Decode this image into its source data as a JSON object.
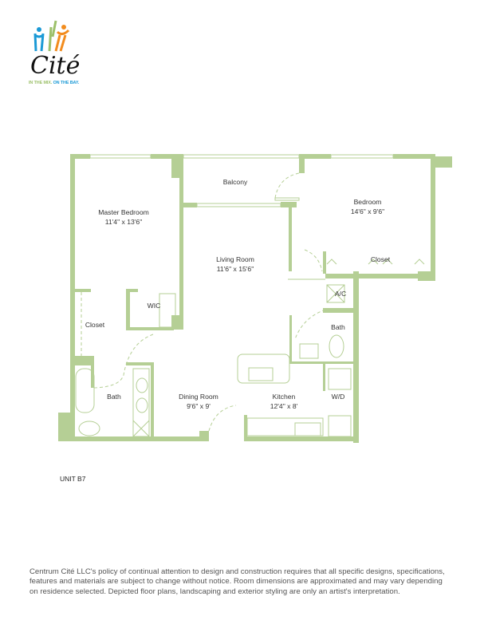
{
  "brand": {
    "logo_text": "Cité",
    "tagline_part1": "IN THE MIX.",
    "tagline_part2": "ON THE BAY.",
    "colors": {
      "blue": "#1c9ad6",
      "orange": "#f28c1e",
      "green": "#9cc06a",
      "wall": "#b5cf95"
    }
  },
  "rooms": {
    "balcony": "Balcony",
    "master_bedroom": "Master Bedroom",
    "master_bedroom_dim": "11'4\" x 13'6\"",
    "living_room": "Living Room",
    "living_room_dim": "11'6\" x 15'6\"",
    "bedroom": "Bedroom",
    "bedroom_dim": "14'6\" x 9'6\"",
    "closet_bedroom": "Closet",
    "wic": "WIC",
    "closet_master": "Closet",
    "ac": "A/C",
    "bath_2": "Bath",
    "bath_master": "Bath",
    "dining_room": "Dining Room",
    "dining_room_dim": "9'6\" x 9'",
    "kitchen": "Kitchen",
    "kitchen_dim": "12'4\" x 8'",
    "wd": "W/D"
  },
  "unit_label": "UNIT B7",
  "disclaimer": [
    "Centrum Cité LLC's policy of continual attention to design and construction requires that all specific designs, specifications,",
    "features and materials are subject to change without notice. Room dimensions are approximated and may vary depending",
    "on residence selected. Depicted floor plans, landscaping and exterior styling are only an artist's interpretation."
  ]
}
